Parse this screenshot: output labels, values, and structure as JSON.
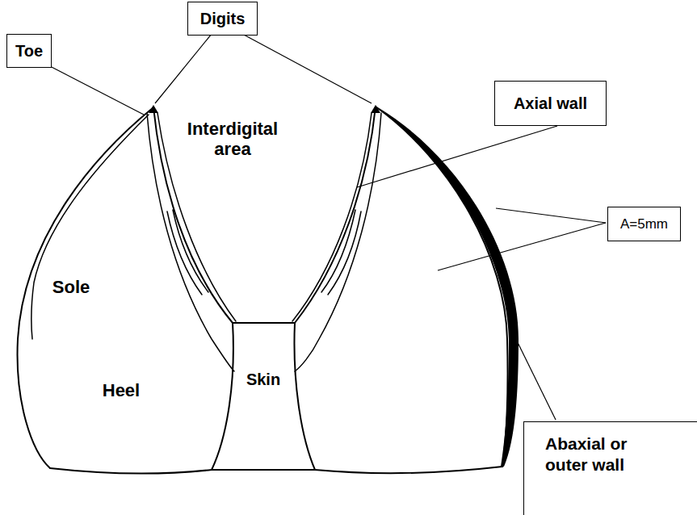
{
  "diagram": {
    "nodes": [
      {
        "text": [
          "Digits"
        ]
      },
      {
        "text": [
          "Toe"
        ]
      },
      {
        "text": [
          "Axial wall"
        ]
      },
      {
        "text": [
          "A=5mm"
        ]
      },
      {
        "text": [
          "Abaxial or outer wall"
        ]
      }
    ],
    "labels": [
      "Interdigital area",
      "Sole",
      "Heel",
      "Skin"
    ]
  }
}
